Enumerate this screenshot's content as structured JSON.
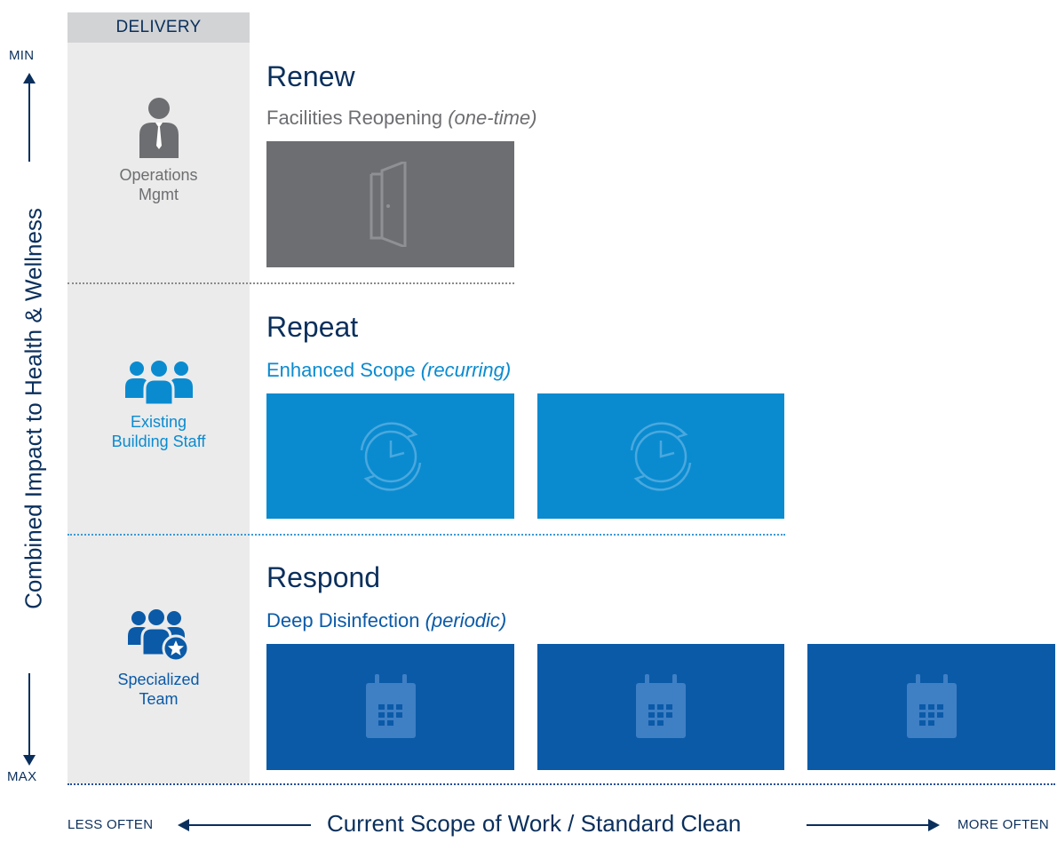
{
  "delivery": {
    "header": "DELIVERY",
    "roles": [
      {
        "line1": "Operations",
        "line2": "Mgmt",
        "icon": "manager-icon",
        "color": "#6d6e71"
      },
      {
        "line1": "Existing",
        "line2": "Building Staff",
        "icon": "staff-group-icon",
        "color": "#0a8bd0"
      },
      {
        "line1": "Specialized",
        "line2": "Team",
        "icon": "specialized-team-icon",
        "color": "#0a5aa8"
      }
    ]
  },
  "y_axis": {
    "label": "Combined Impact to Health & Wellness",
    "min": "MIN",
    "max": "MAX"
  },
  "sections": [
    {
      "title": "Renew",
      "subtitle": "Facilities Reopening",
      "qualifier": "(one-time)",
      "tile_count": 1,
      "tile_icon": "door-icon",
      "color": "#6d6e71"
    },
    {
      "title": "Repeat",
      "subtitle": "Enhanced Scope",
      "qualifier": "(recurring)",
      "tile_count": 2,
      "tile_icon": "recurring-clock-icon",
      "color": "#0a8bd0"
    },
    {
      "title": "Respond",
      "subtitle": "Deep Disinfection",
      "qualifier": "(periodic)",
      "tile_count": 3,
      "tile_icon": "calendar-icon",
      "color": "#0a5aa8"
    }
  ],
  "x_axis": {
    "label": "Current Scope of Work / Standard Clean",
    "left": "LESS OFTEN",
    "right": "MORE OFTEN"
  },
  "colors": {
    "navy": "#0a2f5c",
    "gray": "#6d6e71",
    "light_blue": "#0a8bd0",
    "dark_blue": "#0a5aa8",
    "divider_gray": "#8a8a8a",
    "divider_light": "#3a9ad9",
    "divider_dark": "#1f4f9a"
  }
}
